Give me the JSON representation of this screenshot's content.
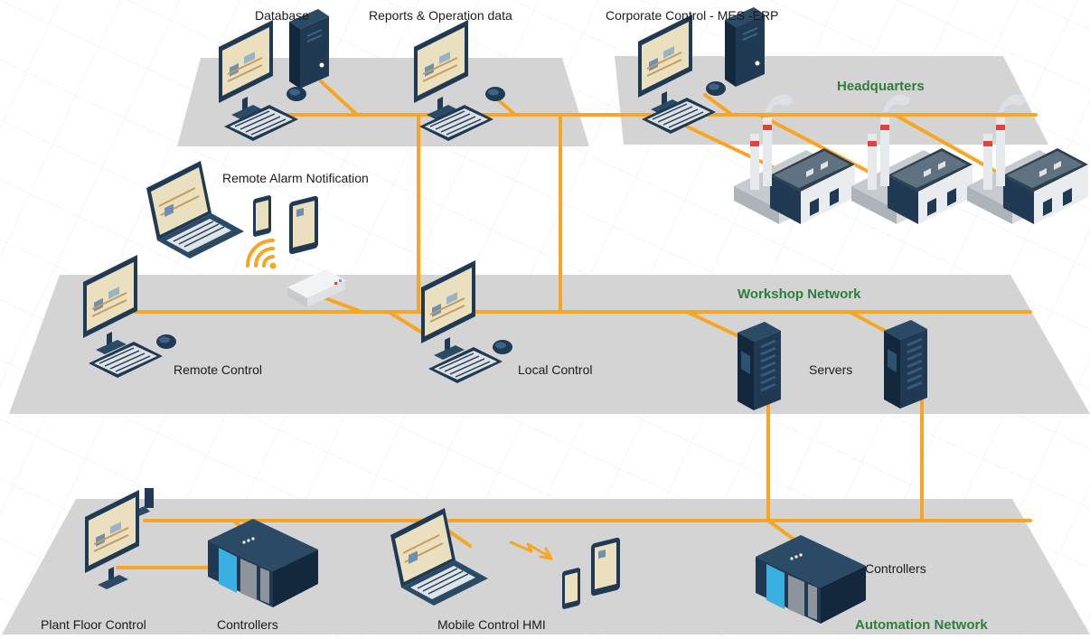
{
  "zones": {
    "headquarters": "Headquarters",
    "workshop": "Workshop Network",
    "automation": "Automation Network"
  },
  "labels": {
    "database": "Database",
    "reports": "Reports & Operation data",
    "corporate": "Corporate Control - MES -ERP",
    "remote_alarm": "Remote Alarm Notification",
    "remote_control": "Remote Control",
    "local_control": "Local Control",
    "servers": "Servers",
    "plant_floor": "Plant Floor Control",
    "controllers_left": "Controllers",
    "mobile_hmi": "Mobile Control HMI",
    "controllers_right": "Controllers"
  },
  "colors": {
    "network_line": "#f6a623",
    "zone_fill": "#d4d4d5",
    "zone_label": "#2e7d3a",
    "device_dark": "#1f3a52",
    "screen": "#f0e6c8"
  },
  "icons": [
    "desktop-icon",
    "tower-server-icon",
    "laptop-icon",
    "tablet-icon",
    "phone-icon",
    "wifi-icon",
    "router-icon",
    "factory-icon",
    "controller-plc-icon",
    "antenna-icon"
  ]
}
